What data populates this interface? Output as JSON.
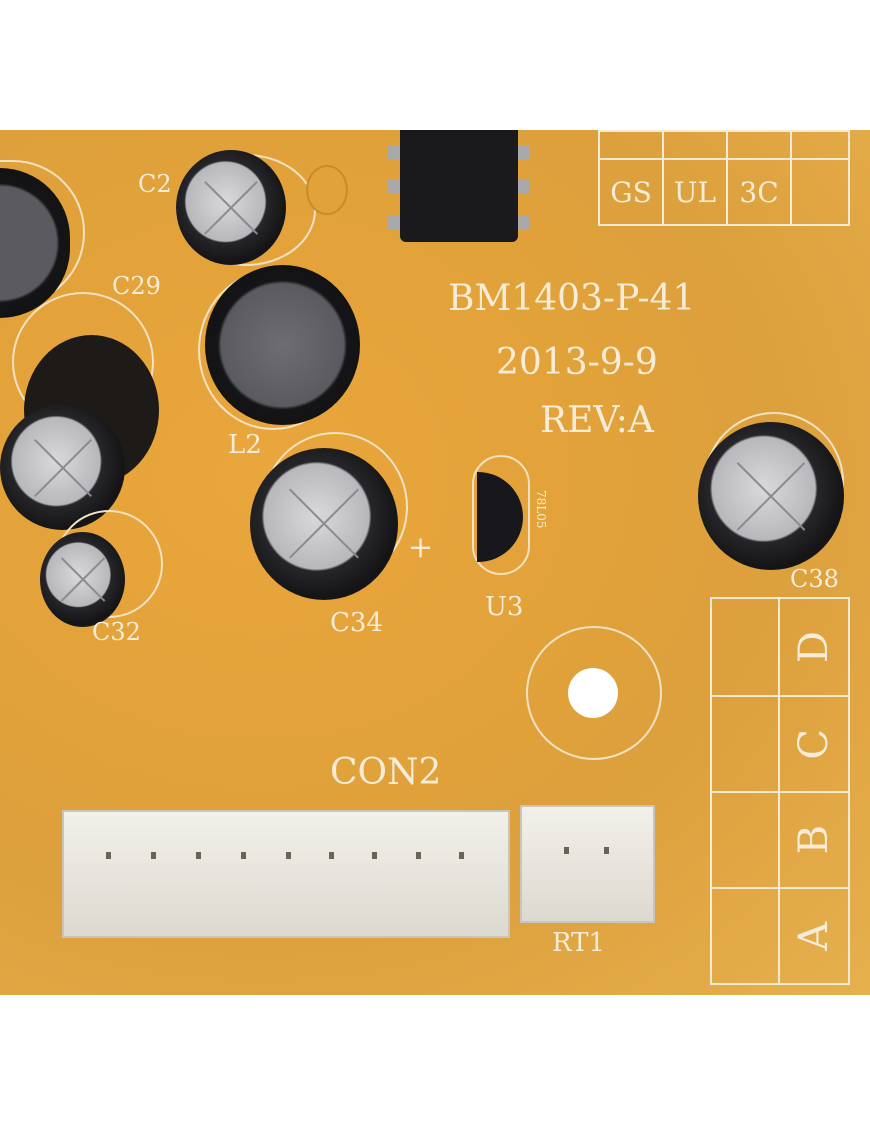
{
  "board": {
    "part_number": "BM1403-P-41",
    "date": "2013-9-9",
    "revision": "REV:A"
  },
  "labels": {
    "c28": "C2",
    "c29": "C29",
    "l2": "L2",
    "c32": "C32",
    "c34": "C34",
    "c34_polarity": "+",
    "u3": "U3",
    "u3_marking": "78L05",
    "c38": "C38",
    "con2": "CON2",
    "rt1": "RT1"
  },
  "top_grid": [
    "GS",
    "UL",
    "3C",
    ""
  ],
  "side_grid": [
    "D",
    "C",
    "B",
    "A"
  ],
  "colors": {
    "board": "#e3a23a",
    "silkscreen": "#f6ecd8"
  }
}
